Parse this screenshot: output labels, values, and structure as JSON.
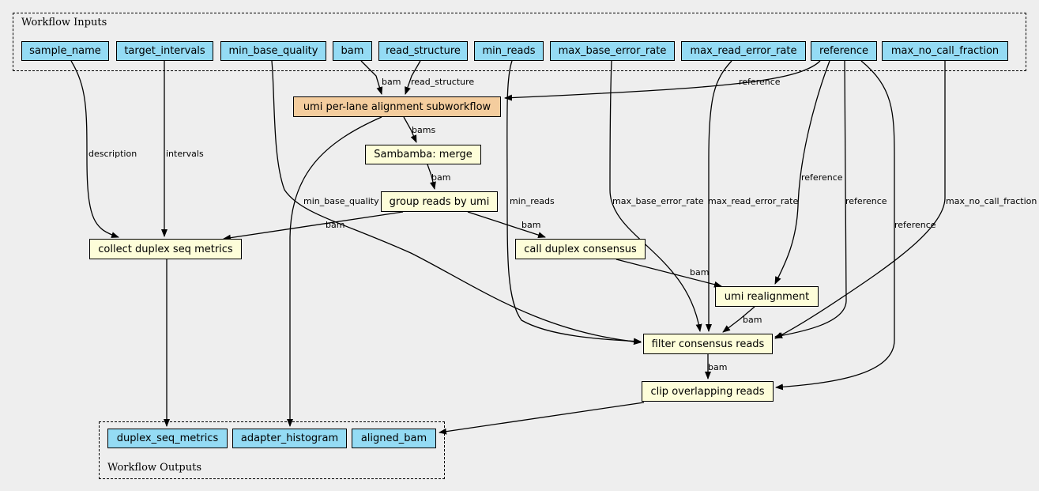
{
  "colors": {
    "background": "#eeeeee",
    "input": "#94dbf4",
    "output": "#94dbf4",
    "step": "#fdfdd9",
    "subworkflow": "#f4cd9e",
    "edge": "#000000"
  },
  "clusters": {
    "inputs_label": "Workflow Inputs",
    "outputs_label": "Workflow Outputs"
  },
  "nodes": {
    "sample_name": "sample_name",
    "target_intervals": "target_intervals",
    "min_base_quality": "min_base_quality",
    "bam": "bam",
    "read_structure": "read_structure",
    "min_reads": "min_reads",
    "max_base_error_rate": "max_base_error_rate",
    "max_read_error_rate": "max_read_error_rate",
    "reference": "reference",
    "max_no_call_fraction": "max_no_call_fraction",
    "umi_alignment": "umi per-lane alignment subworkflow",
    "sambamba_merge": "Sambamba: merge",
    "group_reads": "group reads by umi",
    "collect_metrics": "collect duplex seq metrics",
    "call_consensus": "call duplex consensus",
    "umi_realignment": "umi realignment",
    "filter_reads": "filter consensus reads",
    "clip_reads": "clip overlapping reads",
    "duplex_seq_metrics": "duplex_seq_metrics",
    "adapter_histogram": "adapter_histogram",
    "aligned_bam": "aligned_bam"
  },
  "edges": [
    {
      "from": "bam",
      "to": "umi_alignment",
      "label": "bam"
    },
    {
      "from": "read_structure",
      "to": "umi_alignment",
      "label": "read_structure"
    },
    {
      "from": "reference",
      "to": "umi_alignment",
      "label": "reference"
    },
    {
      "from": "umi_alignment",
      "to": "sambamba_merge",
      "label": "bams"
    },
    {
      "from": "sambamba_merge",
      "to": "group_reads",
      "label": "bam"
    },
    {
      "from": "sample_name",
      "to": "collect_metrics",
      "label": "description"
    },
    {
      "from": "target_intervals",
      "to": "collect_metrics",
      "label": "intervals"
    },
    {
      "from": "group_reads",
      "to": "collect_metrics",
      "label": "bam"
    },
    {
      "from": "group_reads",
      "to": "call_consensus",
      "label": "bam"
    },
    {
      "from": "call_consensus",
      "to": "umi_realignment",
      "label": "bam"
    },
    {
      "from": "reference",
      "to": "umi_realignment",
      "label": "reference"
    },
    {
      "from": "min_base_quality",
      "to": "filter_reads",
      "label": "min_base_quality"
    },
    {
      "from": "min_reads",
      "to": "filter_reads",
      "label": "min_reads"
    },
    {
      "from": "max_base_error_rate",
      "to": "filter_reads",
      "label": "max_base_error_rate"
    },
    {
      "from": "max_read_error_rate",
      "to": "filter_reads",
      "label": "max_read_error_rate"
    },
    {
      "from": "reference",
      "to": "filter_reads",
      "label": "reference"
    },
    {
      "from": "max_no_call_fraction",
      "to": "filter_reads",
      "label": "max_no_call_fraction"
    },
    {
      "from": "umi_realignment",
      "to": "filter_reads",
      "label": "bam"
    },
    {
      "from": "filter_reads",
      "to": "clip_reads",
      "label": "bam"
    },
    {
      "from": "reference",
      "to": "clip_reads",
      "label": "reference"
    },
    {
      "from": "collect_metrics",
      "to": "duplex_seq_metrics",
      "label": ""
    },
    {
      "from": "umi_alignment",
      "to": "adapter_histogram",
      "label": ""
    },
    {
      "from": "clip_reads",
      "to": "aligned_bam",
      "label": ""
    }
  ]
}
